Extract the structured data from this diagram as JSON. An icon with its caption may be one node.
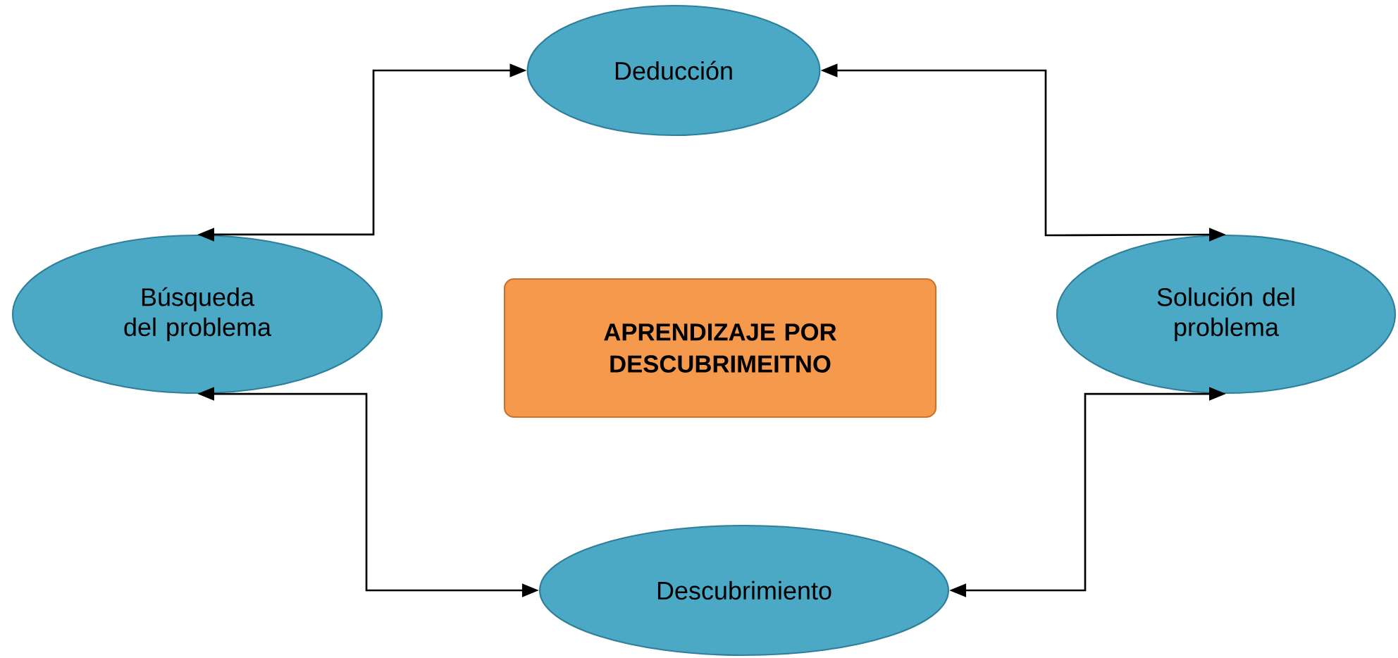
{
  "diagram": {
    "nodes": [
      {
        "text": [
          "Deducción"
        ]
      },
      {
        "text": [
          "Búsqueda del problema"
        ]
      },
      {
        "text": [
          "APRENDIZAJE POR DESCUBRIMEITNO"
        ]
      },
      {
        "text": [
          "Solución del problema"
        ]
      },
      {
        "text": [
          "Descubrimiento"
        ]
      }
    ],
    "edges": [
      {
        "from": 1,
        "to": 0,
        "arrow": "both"
      },
      {
        "from": 0,
        "to": 3,
        "arrow": "both"
      },
      {
        "from": 1,
        "to": 4,
        "arrow": "both"
      },
      {
        "from": 3,
        "to": 4,
        "arrow": "both"
      }
    ]
  }
}
